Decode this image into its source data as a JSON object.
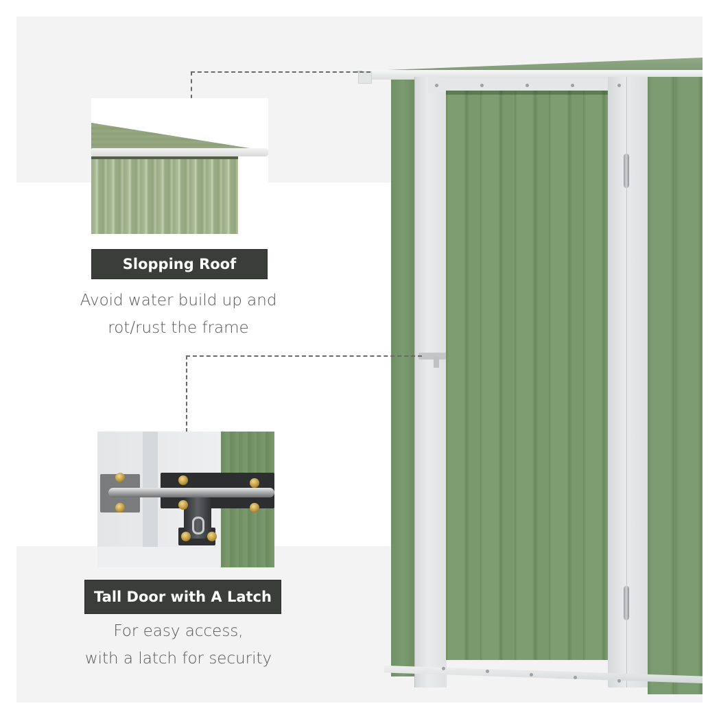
{
  "features": [
    {
      "id": "sloping-roof",
      "title": "Slopping Roof",
      "description_line1": "Avoid water build up and",
      "description_line2": "rot/rust the frame"
    },
    {
      "id": "tall-door-latch",
      "title": "Tall Door with A Latch",
      "description_line1": "For easy access,",
      "description_line2": "with a latch for security"
    }
  ],
  "colors": {
    "shed_green": "#7b9b70",
    "frame_white": "#e6e8e9",
    "label_bg": "#3a3d3a",
    "label_text": "#ffffff",
    "description_text": "#555856",
    "background_band": "#f3f3f4"
  }
}
